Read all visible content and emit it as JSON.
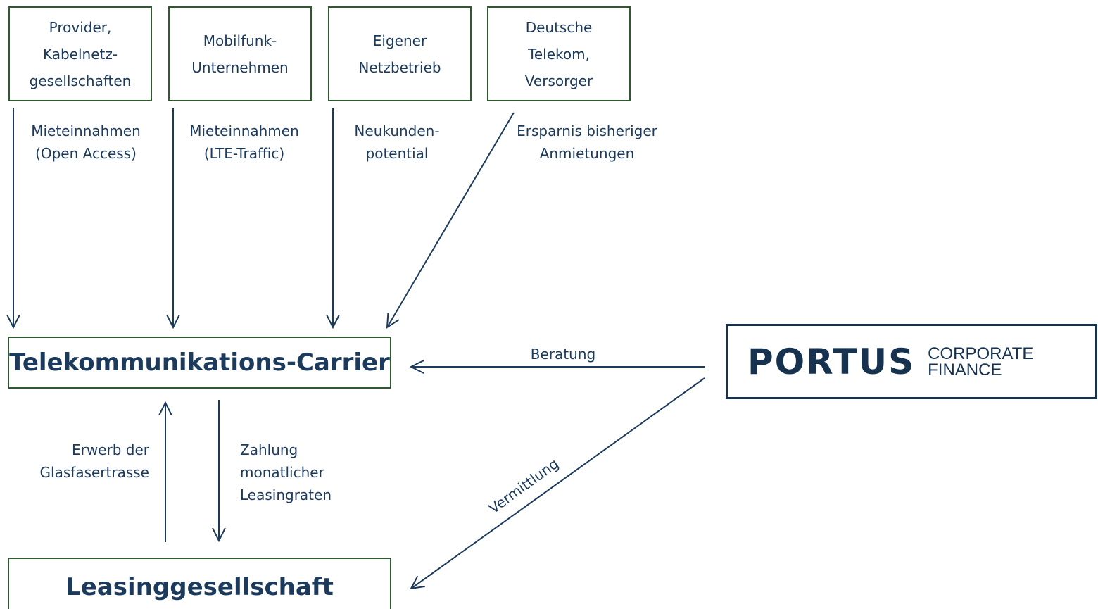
{
  "sources": [
    {
      "lines": [
        "Provider,",
        "Kabelnetz-",
        "gesellschaften"
      ]
    },
    {
      "lines": [
        "Mobilfunk-",
        "Unternehmen"
      ]
    },
    {
      "lines": [
        "Eigener",
        "Netzbetrieb"
      ]
    },
    {
      "lines": [
        "Deutsche",
        "Telekom,",
        "Versorger"
      ]
    }
  ],
  "flows": [
    {
      "lines": [
        "Mieteinnahmen",
        "(Open Access)"
      ]
    },
    {
      "lines": [
        "Mieteinnahmen",
        "(LTE-Traffic)"
      ]
    },
    {
      "lines": [
        "Neukunden-",
        "potential"
      ]
    },
    {
      "lines": [
        "Ersparnis bisheriger",
        "Anmietungen"
      ]
    }
  ],
  "carrier": "Telekommunikations-Carrier",
  "leasing": "Leasinggesellschaft",
  "erwerb": [
    "Erwerb der",
    "Glasfasertrasse"
  ],
  "zahlung": [
    "Zahlung",
    "monatlicher",
    "Leasingraten"
  ],
  "beratung": "Beratung",
  "vermittlung": "Vermittlung",
  "logo": {
    "word": "PORTUS",
    "sub": [
      "CORPORATE",
      "FINANCE"
    ]
  },
  "colors": {
    "box_border": "#2f5a2f",
    "text": "#1c3a5b",
    "arrow": "#1c3a5b",
    "logo": "#16324f"
  }
}
